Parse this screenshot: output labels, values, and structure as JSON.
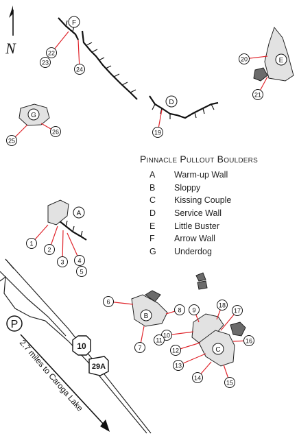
{
  "compass": {
    "label": "N",
    "icon": "north-arrow-icon"
  },
  "legend": {
    "title": "Pinnacle Pullout Boulders",
    "items": [
      {
        "key": "A",
        "name": "Warm-up Wall"
      },
      {
        "key": "B",
        "name": "Sloppy"
      },
      {
        "key": "C",
        "name": "Kissing Couple"
      },
      {
        "key": "D",
        "name": "Service Wall"
      },
      {
        "key": "E",
        "name": "Little Buster"
      },
      {
        "key": "F",
        "name": "Arrow Wall"
      },
      {
        "key": "G",
        "name": "Underdog"
      }
    ]
  },
  "roads": {
    "parking_label": "P",
    "route_10": "10",
    "route_29a": "29A",
    "direction_text": "2.7 miles to Caroga Lake"
  },
  "boulder_labels": [
    "A",
    "B",
    "C",
    "D",
    "E",
    "F",
    "G"
  ],
  "problem_numbers": [
    "1",
    "2",
    "3",
    "4",
    "5",
    "6",
    "7",
    "8",
    "9",
    "10",
    "11",
    "12",
    "13",
    "14",
    "15",
    "16",
    "17",
    "18",
    "19",
    "20",
    "21",
    "22",
    "23",
    "24",
    "25",
    "26"
  ],
  "colors": {
    "leader_line": "#e0242b",
    "boulder_fill": "#e2e2e2",
    "boulder_dark": "#6b6b6b",
    "ink": "#111111"
  }
}
